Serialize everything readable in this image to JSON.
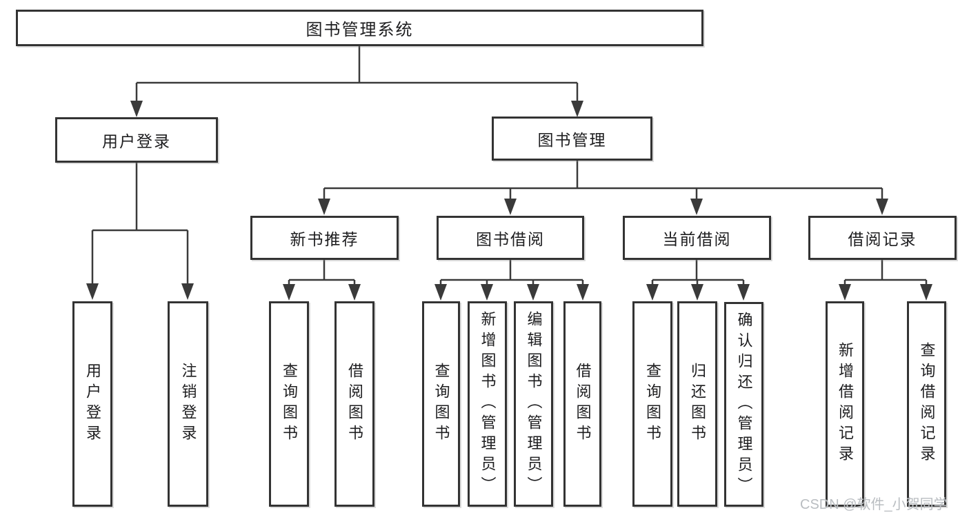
{
  "diagram": {
    "type": "hierarchy-tree",
    "title": "图书管理系统",
    "levels": 4
  },
  "nodes": [
    {
      "id": "root",
      "label": "图书管理系统",
      "parent": null
    },
    {
      "id": "user-login",
      "label": "用户登录",
      "parent": "root"
    },
    {
      "id": "book-mgmt",
      "label": "图书管理",
      "parent": "root"
    },
    {
      "id": "new-book-rec",
      "label": "新书推荐",
      "parent": "book-mgmt"
    },
    {
      "id": "book-borrow",
      "label": "图书借阅",
      "parent": "book-mgmt"
    },
    {
      "id": "current-borrow",
      "label": "当前借阅",
      "parent": "book-mgmt"
    },
    {
      "id": "borrow-records",
      "label": "借阅记录",
      "parent": "book-mgmt"
    },
    {
      "id": "leaf-user-login",
      "label": "用户登录",
      "parent": "user-login"
    },
    {
      "id": "leaf-logout",
      "label": "注销登录",
      "parent": "user-login"
    },
    {
      "id": "leaf-query-books-1",
      "label": "查询图书",
      "parent": "new-book-rec"
    },
    {
      "id": "leaf-borrow-books-1",
      "label": "借阅图书",
      "parent": "new-book-rec"
    },
    {
      "id": "leaf-query-books-2",
      "label": "查询图书",
      "parent": "book-borrow"
    },
    {
      "id": "leaf-add-book",
      "label": "新增图书（管理员）",
      "parent": "book-borrow"
    },
    {
      "id": "leaf-edit-book",
      "label": "编辑图书（管理员）",
      "parent": "book-borrow"
    },
    {
      "id": "leaf-borrow-books-2",
      "label": "借阅图书",
      "parent": "book-borrow"
    },
    {
      "id": "leaf-query-books-3",
      "label": "查询图书",
      "parent": "current-borrow"
    },
    {
      "id": "leaf-return-book",
      "label": "归还图书",
      "parent": "current-borrow"
    },
    {
      "id": "leaf-confirm-return",
      "label": "确认归还（管理员）",
      "parent": "current-borrow"
    },
    {
      "id": "leaf-add-borrow-record",
      "label": "新增借阅记录",
      "parent": "borrow-records"
    },
    {
      "id": "leaf-query-borrow-record",
      "label": "查询借阅记录",
      "parent": "borrow-records"
    }
  ],
  "watermark": {
    "text": "CSDN @软件_小贺同学"
  },
  "colors": {
    "line": "#3a3a3a",
    "border": "#333333",
    "text": "#1d1d1f",
    "background": "#ffffff",
    "watermark": "#b9bdc1"
  }
}
